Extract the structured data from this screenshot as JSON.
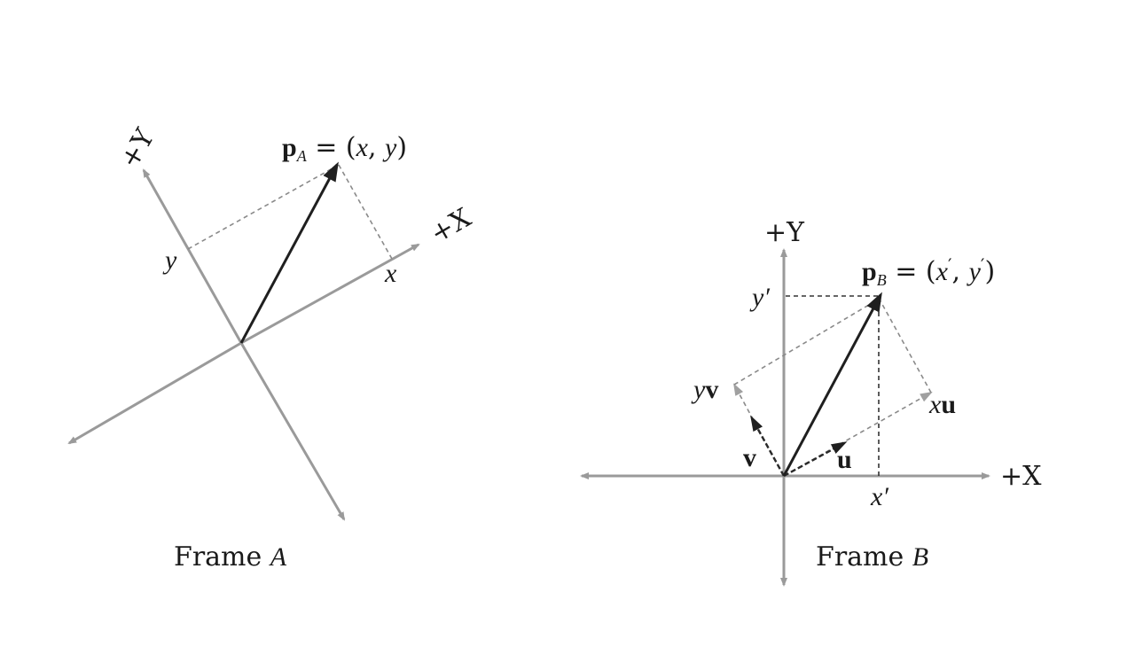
{
  "frame_a": {
    "caption_word": "Frame",
    "caption_letter": "A",
    "axis_x_label": "+X",
    "axis_y_label": "+Y",
    "point_bold": "p",
    "point_sub": "A",
    "point_eq": " = (",
    "point_x": "x",
    "point_comma": ", ",
    "point_y": "y",
    "point_close": ")",
    "tick_x": "x",
    "tick_y": "y"
  },
  "frame_b": {
    "caption_word": "Frame",
    "caption_letter": "B",
    "axis_x_label": "+X",
    "axis_y_label": "+Y",
    "point_bold": "p",
    "point_sub": "B",
    "point_eq": " = (",
    "point_x": "x",
    "point_prime": "′",
    "point_comma": ", ",
    "point_y": "y",
    "point_close": ")",
    "tick_xprime": "x′",
    "tick_yprime": "y′",
    "vec_u": "u",
    "vec_v": "v",
    "scaled_xu_scalar": "x",
    "scaled_xu_vec": "u",
    "scaled_yv_scalar": "y",
    "scaled_yv_vec": "v"
  },
  "colors": {
    "axis": "#9a9a9a",
    "vector": "#1f1f1f",
    "dashed_projection": "#8a8a8a"
  }
}
